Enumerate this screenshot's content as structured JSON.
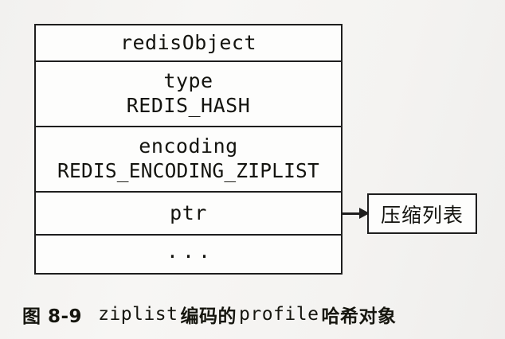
{
  "figure": {
    "background_color": "#f5f4f2",
    "ink_color": "#1e1e1e",
    "struct": {
      "title": "redisObject",
      "rows": [
        {
          "field": "type",
          "value": "REDIS_HASH"
        },
        {
          "field": "encoding",
          "value": "REDIS_ENCODING_ZIPLIST"
        },
        {
          "field": "ptr",
          "value": ""
        },
        {
          "field": "...",
          "value": ""
        }
      ],
      "ellipsis": "..."
    },
    "pointer_target": {
      "label": "压缩列表"
    },
    "arrow": {
      "name": "ptr-arrow",
      "direction": "right"
    },
    "caption": {
      "figure_number": "图 8-9",
      "mono_1": "ziplist",
      "cjk_1": "编码的",
      "mono_2": "profile",
      "cjk_2": "哈希对象",
      "full_text": "图 8-9  ziplist 编码的 profile 哈希对象"
    }
  }
}
